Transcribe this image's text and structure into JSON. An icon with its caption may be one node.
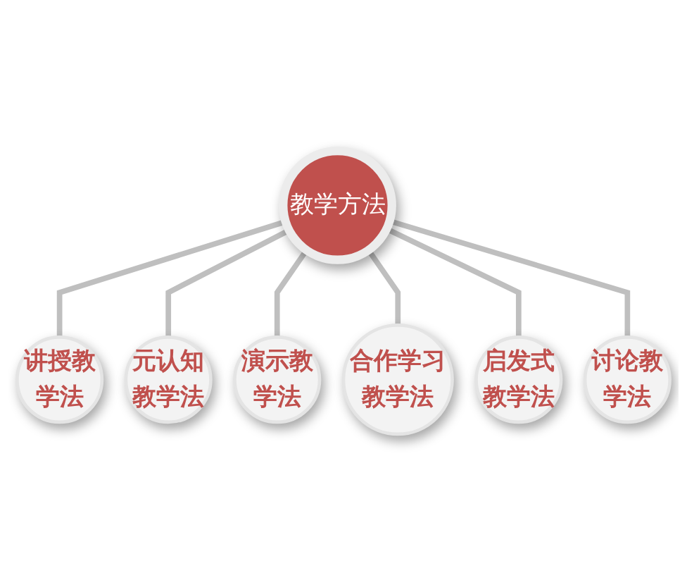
{
  "diagram": {
    "nodes": [
      {
        "text": [
          "讲授教学法"
        ]
      },
      {
        "text": [
          "元认知教学法"
        ]
      },
      {
        "text": [
          "演示教学法"
        ]
      },
      {
        "text": [
          "教学方法"
        ]
      },
      {
        "text": [
          "合作学习教学法"
        ]
      },
      {
        "text": [
          "启发式教学法"
        ]
      },
      {
        "text": [
          "讨论教学法"
        ]
      }
    ],
    "edges": [
      {
        "from": 3,
        "to": 0,
        "arrow": "none"
      },
      {
        "from": 3,
        "to": 1,
        "arrow": "none"
      },
      {
        "from": 3,
        "to": 2,
        "arrow": "none"
      },
      {
        "from": 3,
        "to": 4,
        "arrow": "none"
      },
      {
        "from": 3,
        "to": 5,
        "arrow": "none"
      },
      {
        "from": 3,
        "to": 6,
        "arrow": "none"
      }
    ]
  }
}
